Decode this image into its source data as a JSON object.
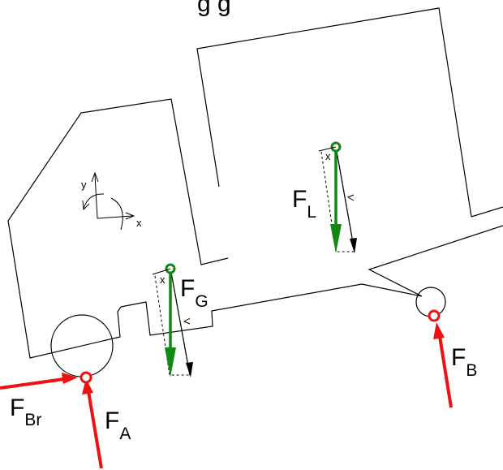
{
  "caption_fragment": "g      g",
  "labels": {
    "fg": {
      "main": "F",
      "sub": "G"
    },
    "fl": {
      "main": "F",
      "sub": "L"
    },
    "fa": {
      "main": "F",
      "sub": "A"
    },
    "fb": {
      "main": "F",
      "sub": "B"
    },
    "fbr": {
      "main": "F",
      "sub": "Br"
    },
    "axis_y": "y",
    "axis_x": "x",
    "small_x_g": "x",
    "small_x_l": "x"
  },
  "colors": {
    "force": "#ee1111",
    "weight": "#118811",
    "line": "#000000"
  }
}
